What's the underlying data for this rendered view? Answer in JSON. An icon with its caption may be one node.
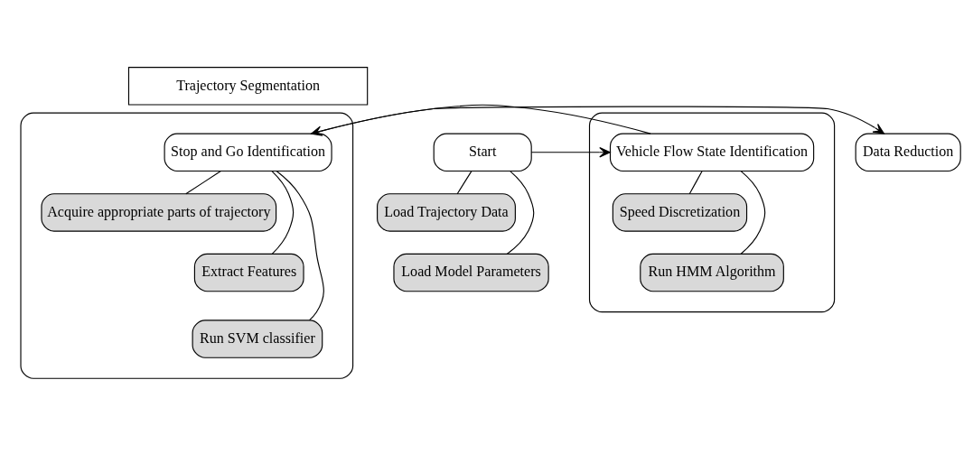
{
  "diagram": {
    "nodes": [
      {
        "text": [
          "Trajectory Segmentation"
        ]
      },
      {
        "text": [
          "Start"
        ]
      },
      {
        "text": [
          "Load Trajectory Data"
        ]
      },
      {
        "text": [
          "Load Model Parameters"
        ]
      },
      {
        "text": [],
        "shape": "box"
      },
      {
        "text": [
          "Vehicle Flow State Identification"
        ],
        "in": 4
      },
      {
        "text": [
          "Speed Discretization"
        ],
        "in": 4
      },
      {
        "text": [
          "Run HMM Algorithm"
        ],
        "in": 4
      },
      {
        "text": [],
        "shape": "box"
      },
      {
        "text": [
          "Stop and Go Identification"
        ],
        "in": 8
      },
      {
        "text": [
          "Acquire appropriate parts of trajectory"
        ],
        "in": 8
      },
      {
        "text": [
          "Extract Features"
        ],
        "in": 8
      },
      {
        "text": [
          "Run SVM classifier"
        ],
        "in": 8
      },
      {
        "text": [
          "Data Reduction"
        ]
      }
    ],
    "edges": [
      {
        "from": 1,
        "to": 5,
        "arrow": "to"
      },
      {
        "from": 5,
        "to": 9,
        "arrow": "to"
      },
      {
        "from": 9,
        "to": 13,
        "arrow": "to"
      },
      {
        "from": 1,
        "to": 2,
        "arrow": "none"
      },
      {
        "from": 1,
        "to": 3,
        "arrow": "none"
      },
      {
        "from": 5,
        "to": 6,
        "arrow": "none"
      },
      {
        "from": 5,
        "to": 7,
        "arrow": "none"
      },
      {
        "from": 9,
        "to": 10,
        "arrow": "none"
      },
      {
        "from": 9,
        "to": 11,
        "arrow": "none"
      },
      {
        "from": 9,
        "to": 12,
        "arrow": "none"
      }
    ]
  }
}
